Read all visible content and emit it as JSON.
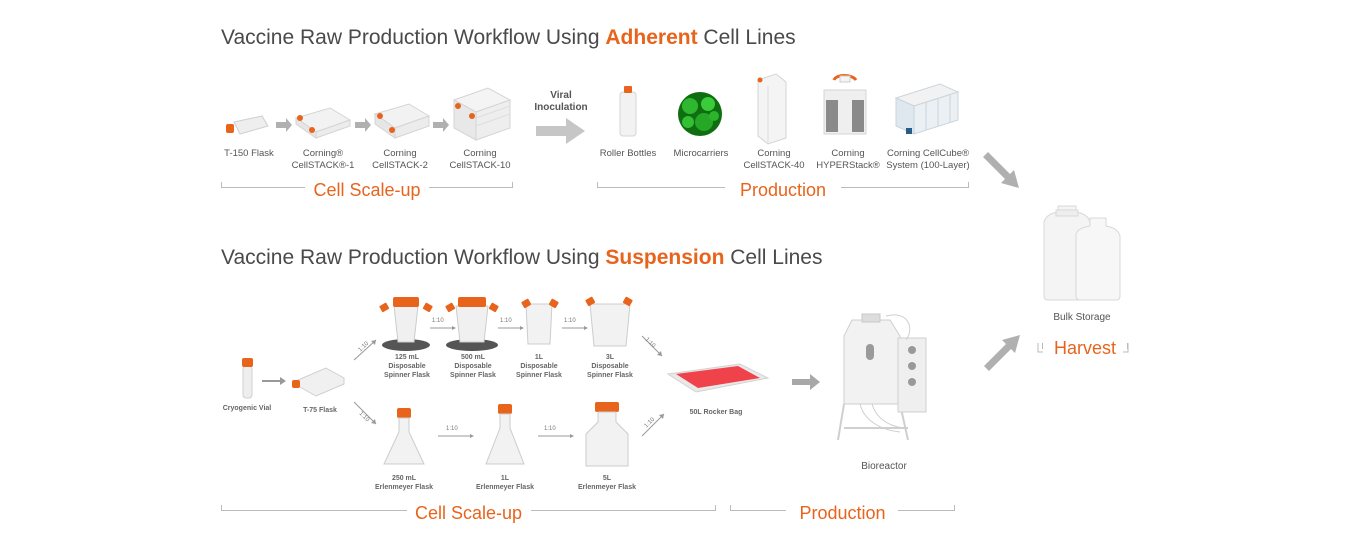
{
  "adherent": {
    "title_pre": "Vaccine Raw Production Workflow Using ",
    "title_highlight": "Adherent",
    "title_post": " Cell Lines",
    "items": [
      {
        "label": "T-150 Flask"
      },
      {
        "label": "Corning®\nCellSTACK®-1"
      },
      {
        "label": "Corning\nCellSTACK-2"
      },
      {
        "label": "Corning\nCellSTACK-10"
      },
      {
        "label": "Roller Bottles"
      },
      {
        "label": "Microcarriers"
      },
      {
        "label": "Corning\nCellSTACK-40"
      },
      {
        "label": "Corning\nHYPERStack®"
      },
      {
        "label": "Corning CellCube®\nSystem (100-Layer)"
      }
    ],
    "viral_label": "Viral\nInoculation",
    "section_scaleup": "Cell Scale-up",
    "section_production": "Production"
  },
  "suspension": {
    "title_pre": "Vaccine Raw Production Workflow Using ",
    "title_highlight": "Suspension",
    "title_post": " Cell Lines",
    "cryo": "Cryogenic Vial",
    "t75": "T-75 Flask",
    "spinners": [
      {
        "label": "125 mL\nDisposable\nSpinner Flask"
      },
      {
        "label": "500 mL\nDisposable\nSpinner Flask"
      },
      {
        "label": "1L\nDisposable\nSpinner Flask"
      },
      {
        "label": "3L\nDisposable\nSpinner Flask"
      }
    ],
    "erlenmeyers": [
      {
        "label": "250 mL\nErlenmeyer Flask"
      },
      {
        "label": "1L\nErlenmeyer Flask"
      },
      {
        "label": "5L\nErlenmeyer Flask"
      }
    ],
    "ratio": "1:10",
    "rocker_bag": "50L Rocker Bag",
    "bioreactor": "Bioreactor",
    "section_scaleup": "Cell Scale-up",
    "section_production": "Production"
  },
  "harvest": {
    "bulk_storage": "Bulk Storage",
    "section": "Harvest"
  },
  "colors": {
    "accent": "#e8641c",
    "arrow": "#b0b0b0",
    "bracket": "#bbbbbb"
  }
}
